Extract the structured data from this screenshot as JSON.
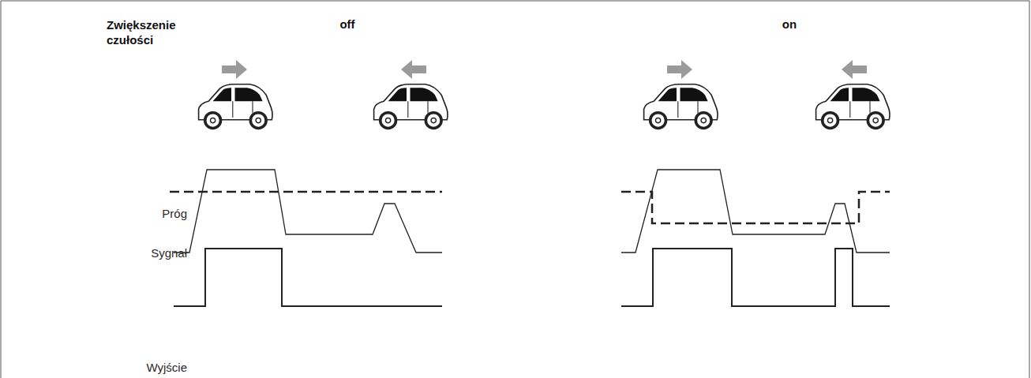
{
  "diagram": {
    "labels": [
      "Zwiększenie czułości",
      "off",
      "on",
      "Próg",
      "Sygnał",
      "Wyjście"
    ]
  }
}
